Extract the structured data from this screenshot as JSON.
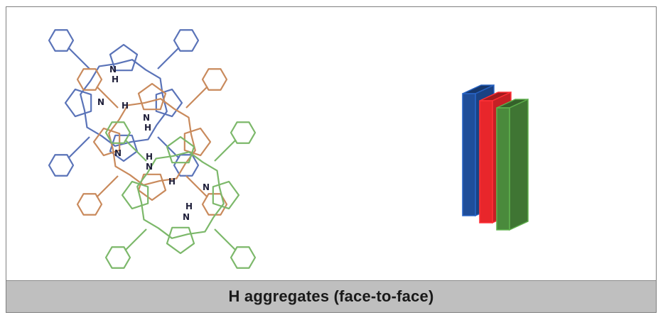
{
  "caption": {
    "text": "H aggregates (face-to-face)"
  },
  "molecule": {
    "atom_labels": [
      "N",
      "H",
      "N",
      "H",
      "N",
      "H",
      "N",
      "H",
      "N",
      "H",
      "N",
      "N",
      "H"
    ]
  },
  "colors": {
    "porphyrin_top": "#5a73b8",
    "porphyrin_middle": "#c98a5c",
    "porphyrin_bottom": "#7cb86a",
    "bar_blue": "#1f4e9a",
    "bar_red": "#e8262b",
    "bar_green": "#4a8a3c",
    "caption_background": "#bfbfbf"
  },
  "bars": [
    {
      "name": "blue",
      "color": "#1f4e9a"
    },
    {
      "name": "red",
      "color": "#e8262b"
    },
    {
      "name": "green",
      "color": "#4a8a3c"
    }
  ]
}
